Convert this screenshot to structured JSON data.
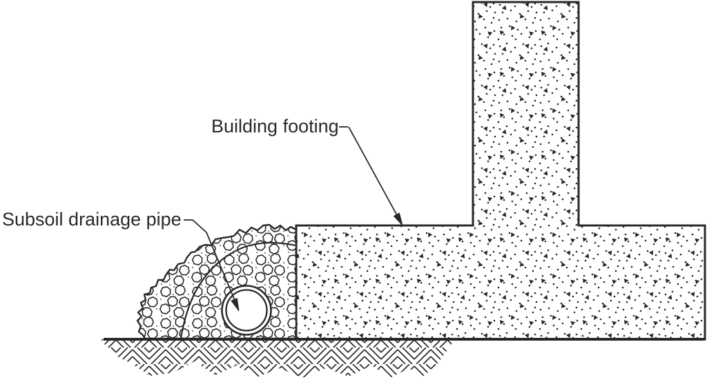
{
  "diagram": {
    "kind": "construction-detail-cross-section",
    "background_color": "#ffffff",
    "line_color": "#2b2728",
    "labels": {
      "building_footing": "Building footing",
      "subsoil_drainage_pipe": "Subsoil drainage pipe"
    }
  }
}
